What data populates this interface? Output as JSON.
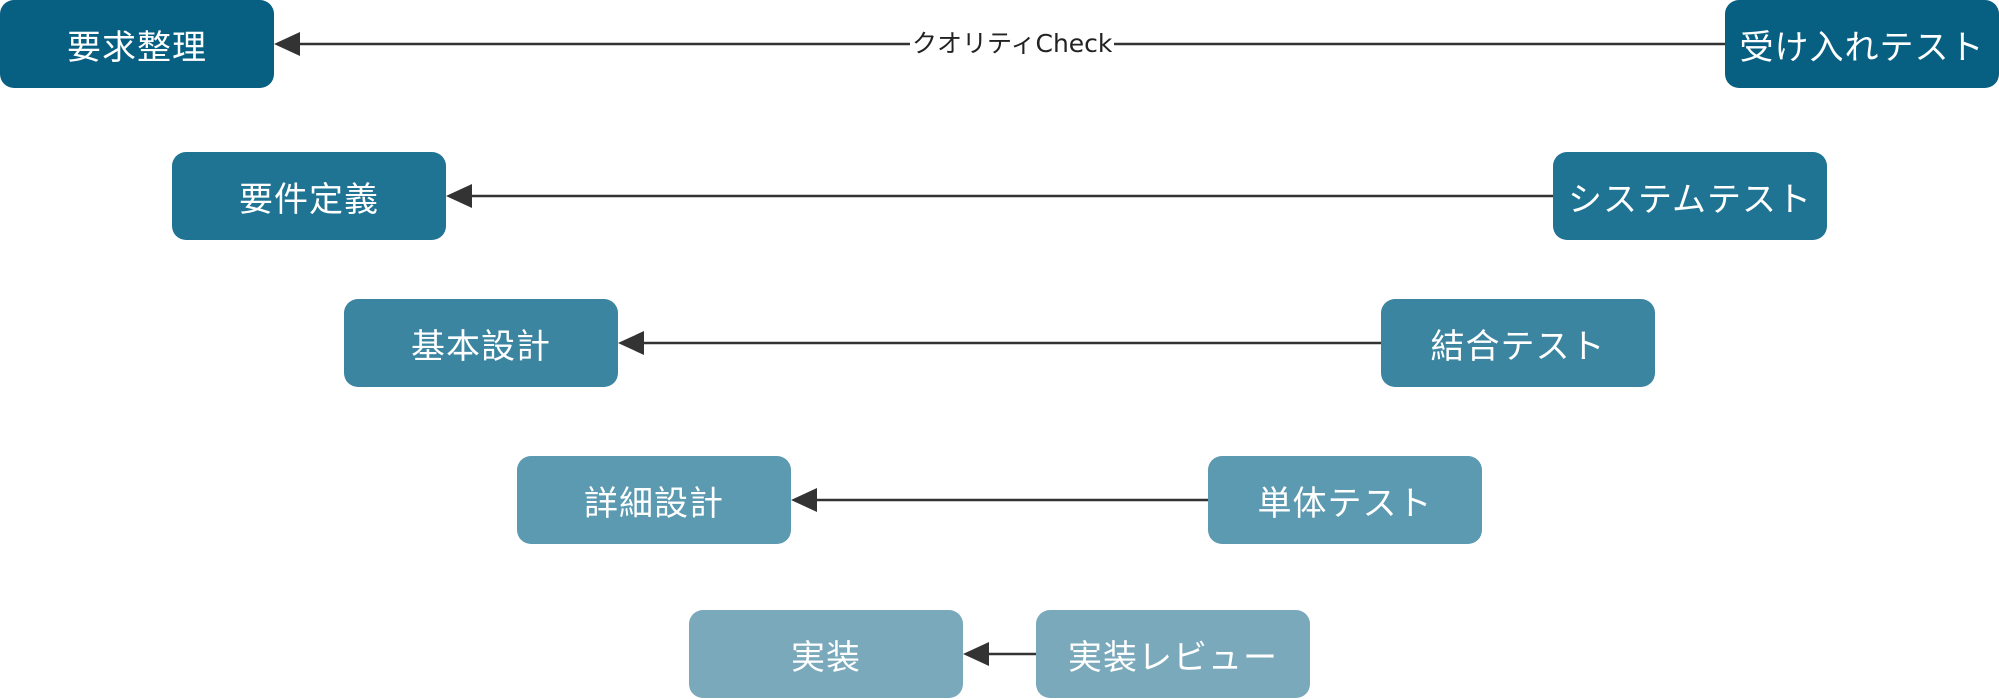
{
  "colors": {
    "level1": "#075f82",
    "level2": "#1f7393",
    "level3": "#3b85a1",
    "level4": "#5b9ab0",
    "level5": "#7aa9bb",
    "arrow": "#333333",
    "node_text": "#ffffff"
  },
  "nodes": {
    "requirements_organization": "要求整理",
    "requirements_definition": "要件定義",
    "basic_design": "基本設計",
    "detailed_design": "詳細設計",
    "implementation": "実装",
    "acceptance_test": "受け入れテスト",
    "system_test": "システムテスト",
    "integration_test": "結合テスト",
    "unit_test": "単体テスト",
    "implementation_review": "実装レビュー"
  },
  "edges": [
    {
      "from": "acceptance_test",
      "to": "requirements_organization",
      "label": "クオリティCheck"
    },
    {
      "from": "system_test",
      "to": "requirements_definition",
      "label": ""
    },
    {
      "from": "integration_test",
      "to": "basic_design",
      "label": ""
    },
    {
      "from": "unit_test",
      "to": "detailed_design",
      "label": ""
    },
    {
      "from": "implementation_review",
      "to": "implementation",
      "label": ""
    }
  ]
}
